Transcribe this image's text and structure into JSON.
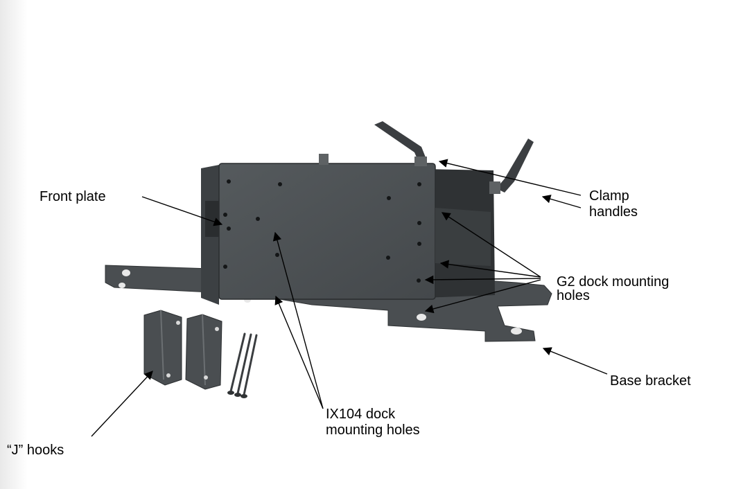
{
  "labels": {
    "front_plate": "Front plate",
    "clamp_handles_1": "Clamp",
    "clamp_handles_2": "handles",
    "g2_1": "G2 dock mounting",
    "g2_2": "holes",
    "base_bracket": "Base bracket",
    "ix104_1": "IX104 dock",
    "ix104_2": "mounting holes",
    "j_hooks": "“J” hooks"
  },
  "colors": {
    "metal": "#4d5154",
    "metal_dark": "#34383a",
    "metal_light": "#6b6f72",
    "hole": "#141617",
    "arrow": "#000000",
    "shadow_left": "#f1f1f1"
  }
}
